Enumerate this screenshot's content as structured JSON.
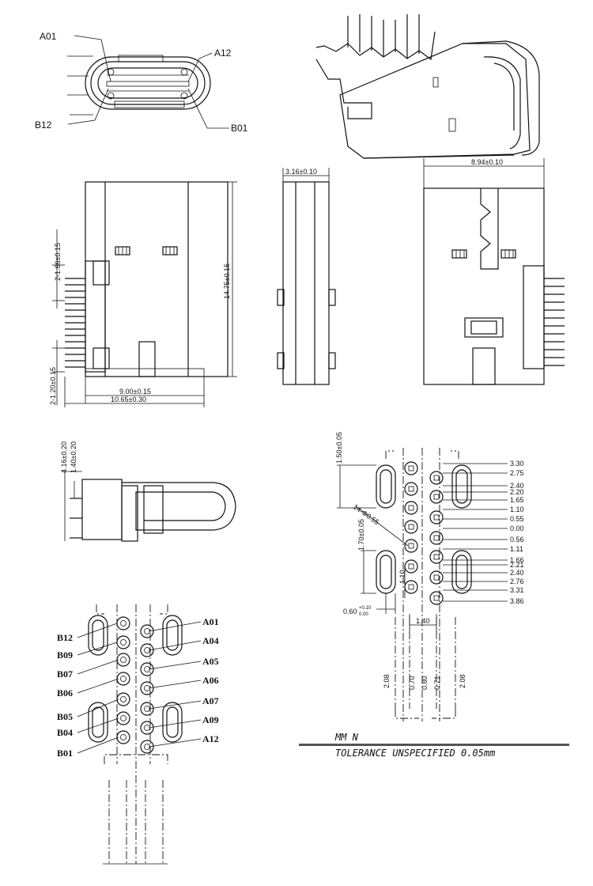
{
  "top_view": {
    "a01": "A01",
    "a12": "A12",
    "b12": "B12",
    "b01": "B01"
  },
  "front_view": {
    "dim_166": "2-1.66±0.15",
    "dim_120": "2-1.20±0.15",
    "dim_900": "9.00±0.15",
    "dim_1065": "10.65±0.30",
    "dim_1475": "14.75±0.15"
  },
  "side_view": {
    "dim_316": "3.16±0.10"
  },
  "back_view": {
    "dim_894": "8.94±0.10"
  },
  "end_view": {
    "dim_416": "4.16±0.20",
    "dim_140": "1.40±0.20"
  },
  "pin_map": {
    "left_labels": [
      "B12",
      "B09",
      "B07",
      "B06",
      "B05",
      "B04",
      "B01"
    ],
    "right_labels": [
      "A01",
      "A04",
      "A05",
      "A06",
      "A07",
      "A09",
      "A12"
    ]
  },
  "footprint": {
    "right_dims": [
      "3.30",
      "2.75",
      "2.40",
      "2.20",
      "1.65",
      "1.10",
      "0.55",
      "0.00",
      "0.56",
      "1.11",
      "1.66",
      "2.21",
      "2.40",
      "2.76",
      "3.31",
      "3.86"
    ],
    "dim_150": "1.50±0.05",
    "dim_170": "1.70±0.05",
    "holes": "14-Φ0.55",
    "dim_110": "1.10",
    "dim_060": "0.60",
    "dim_060_tol_top": "+0.10",
    "dim_060_tol_bot": "0.00",
    "dim_140": "1.40",
    "bottom_dims": [
      "2.08",
      "0.70",
      "0.80",
      "0.71",
      "2.08"
    ]
  },
  "notes": {
    "unit": "MM N",
    "tolerance": "TOLERANCE UNSPECIFIED   0.05mm"
  }
}
